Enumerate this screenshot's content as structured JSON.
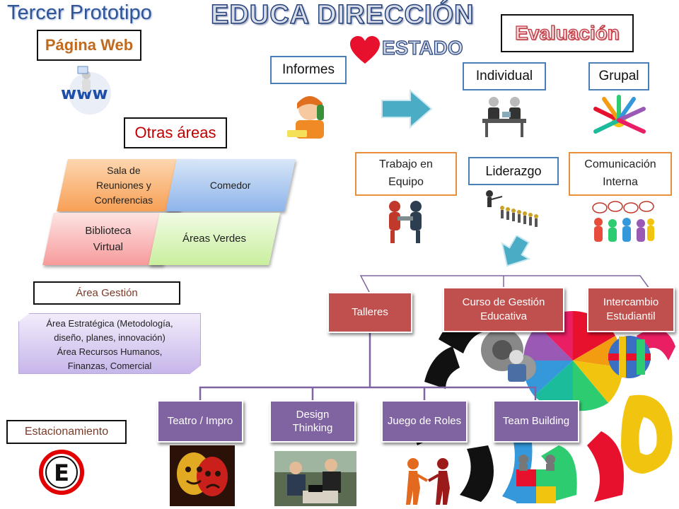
{
  "header": {
    "subtitle": "Tercer Prototipo",
    "title": "EDUCA DIRECCIÓN",
    "estado": "ESTADO"
  },
  "web": {
    "label": "Página Web",
    "icon": "www-icon"
  },
  "otras": {
    "label": "Otras áreas",
    "items": [
      "Sala de Reuniones y Conferencias",
      "Comedor",
      "Biblioteca Virtual",
      "Áreas Verdes"
    ]
  },
  "gestion": {
    "label": "Área Gestión",
    "lines": [
      "Área Estratégica (Metodología,",
      "diseño, planes, innovación)",
      "Área Recursos Humanos,",
      "Finanzas, Comercial"
    ]
  },
  "estacionamiento": {
    "label": "Estacionamiento",
    "icon_letter": "E"
  },
  "informes": {
    "label": "Informes",
    "icon": "phone-call-icon"
  },
  "evaluacion": {
    "label": "Evaluación",
    "individual": "Individual",
    "grupal": "Grupal",
    "criteria": [
      "Trabajo en Equipo",
      "Liderazgo",
      "Comunicación Interna"
    ]
  },
  "programas": [
    "Talleres",
    "Curso de Gestión Educativa",
    "Intercambio Estudiantil"
  ],
  "talleres": [
    "Teatro / Impro",
    "Design Thinking",
    "Juego de Roles",
    "Team Building"
  ],
  "colors": {
    "red_node": "#c0504d",
    "purple_node": "#8064a2",
    "title_stroke": "#23407a",
    "heart": "#e8112d",
    "arrow": "#4bacc6"
  }
}
